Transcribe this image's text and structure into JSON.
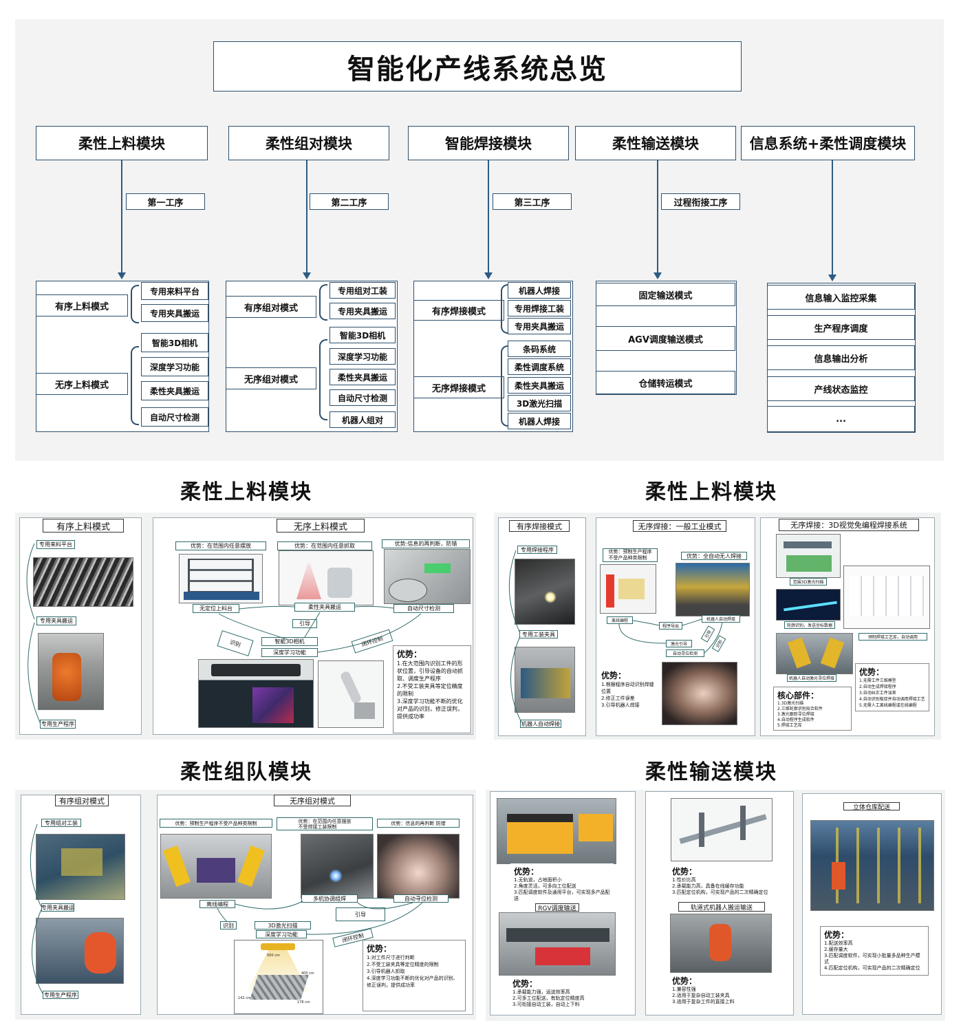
{
  "title": "智能化产线系统总览",
  "modules": [
    {
      "name": "柔性上料模块",
      "step": "第一工序",
      "groups": [
        {
          "label": "有序上料模式",
          "items": [
            "专用来料平台",
            "专用夹具搬运"
          ]
        },
        {
          "label": "无序上料模式",
          "items": [
            "智能3D相机",
            "深度学习功能",
            "柔性夹具搬运",
            "自动尺寸检测"
          ]
        }
      ]
    },
    {
      "name": "柔性组对模块",
      "step": "第二工序",
      "groups": [
        {
          "label": "有序组对模式",
          "items": [
            "专用组对工装",
            "专用夹具搬运"
          ]
        },
        {
          "label": "无序组对模式",
          "items": [
            "智能3D相机",
            "深度学习功能",
            "柔性夹具搬运",
            "自动尺寸检测",
            "机器人组对"
          ]
        }
      ]
    },
    {
      "name": "智能焊接模块",
      "step": "第三工序",
      "groups": [
        {
          "label": "有序焊接模式",
          "items": [
            "机器人焊接",
            "专用焊接工装",
            "专用夹具搬运"
          ]
        },
        {
          "label": "无序焊接模式",
          "items": [
            "条码系统",
            "柔性调度系统",
            "柔性夹具搬运",
            "3D激光扫描",
            "机器人焊接"
          ]
        }
      ]
    },
    {
      "name": "柔性输送模块",
      "step": "过程衔接工序",
      "modes": [
        "固定输送模式",
        "AGV调度输送模式",
        "仓储转运模式"
      ]
    },
    {
      "name": "信息系统+柔性调度模块",
      "modes": [
        "信息输入监控采集",
        "生产程序调度",
        "信息输出分析",
        "产线状态监控",
        "..."
      ]
    }
  ],
  "sections": {
    "s1": "柔性上料模块",
    "s2": "柔性上料模块",
    "s3": "柔性组队模块",
    "s4": "柔性输送模块"
  },
  "loading": {
    "ordered_title": "有序上料模式",
    "ordered_labels": [
      "专用来料平台",
      "专用夹具搬运",
      "专用生产程序"
    ],
    "unordered_title": "无序上料模式",
    "adv_tags": [
      "优势：在范围内任意摆放",
      "优势：在范围内任意抓取",
      "优势:信息的再判断，防错"
    ],
    "flow": [
      "无定位上料台",
      "柔性夹具搬运",
      "自动尺寸检测",
      "引导",
      "识别",
      "智能3D相机",
      "深度学习功能",
      "闭环控制"
    ],
    "adv_head": "优势：",
    "adv_body": "1.在大范围内识别工件的形状位置，引导设备的自动抓取、调度生产程序\n2.不受工装夹具等定位精度的限制\n3.深度学习功能不断的优化对产品的识别，修正误判，提供成功率"
  },
  "welding": {
    "ordered_title": "有序焊接模式",
    "ordered_labels": [
      "专用焊接程序",
      "专用工装夹具",
      "机器人自动焊接"
    ],
    "general_title": "无序焊接：一般工业模式",
    "general_tags": [
      "优势：预制生产程序\n不受产品种类限制",
      "优势：全自动无人焊接"
    ],
    "general_flow": [
      "离线编程",
      "程序导出",
      "机器人自动焊接",
      "激光引导",
      "自动寻位检测",
      "引导",
      "识别"
    ],
    "general_adv_head": "优势：",
    "general_adv_body": "1.根据程序自动识别焊缝位置\n2.修正工件误差\n3.引导机器人焊接",
    "vision_title": "无序焊接：3D视觉免编程焊接系统",
    "vision_tags": [
      "范围3D激光扫描",
      "轮廓识别，发送坐标数据",
      "预制焊接工艺库，自动调用",
      "机器人自动激光寻位焊接"
    ],
    "vision_adv_head": "优势：",
    "vision_adv_body": "1.无需工件三维模型\n2.自动生成焊接程序\n3.自动纠正工件误差\n4.自动识别板厚并自动调用焊接工艺\n5.无需人工离线编程或在线编程",
    "core_head": "核心部件：",
    "core_body": "1.3D激光扫描\n2.三维轮廓识别拟合软件\n3.激光跟踪寻位焊接\n4.自动程序生成软件\n5.焊接工艺库"
  },
  "assembly": {
    "ordered_title": "有序组对模式",
    "ordered_labels": [
      "专用组对工装",
      "专用夹具搬运",
      "专用生产程序"
    ],
    "unordered_title": "无序组对模式",
    "adv_tags": [
      "优势：预制生产程序不受产品种类限制",
      "优势：在范围内任意摆放\n不受焊接工装限制",
      "优势：信息的再判断 防错"
    ],
    "flow": [
      "离线编程",
      "多机协调组焊",
      "自动寻位检测",
      "识别",
      "3D激光扫描",
      "引导",
      "深度学习功能",
      "闭环控制"
    ],
    "dims": [
      "500 cm",
      "400 cm",
      "142 cm",
      "178 cm"
    ],
    "adv_head": "优势：",
    "adv_body": "1.对工件尺寸进行判断\n2.不受工装夹具等定位精度的限制\n3.引导机器人抓取\n4.深度学习功能不断的优化对产品的识别、修正误判，提供成功率"
  },
  "conveying": {
    "agv_adv_head": "优势：",
    "agv_adv_body": "1.无轨道，占地面积小\n2.角度灵活，可多向工位配送\n3.匹配调度软件及通用平台，可实现多产品配送",
    "rgv_title": "RGV调度输送",
    "rgv_adv_head": "优势：",
    "rgv_adv_body": "1.承载能力强，运送效率高\n2.可多工位配送，有轨定位精度高\n3.可衔接自动工装，自动上下料",
    "gantry_adv_head": "优势：",
    "gantry_adv_body": "1.性价比高\n2.承载能力高，具备在线缓存功能\n3.匹配定位机构，可实现产品的二次精确定位",
    "rail_title": "轨道式机器人搬运输送",
    "rail_adv_head": "优势：",
    "rail_adv_body": "1.兼容性强\n2.适用于复杂自动工装夹具\n3.适用于复杂工件的直接上料",
    "ware_title": "立体仓库配送",
    "ware_adv_head": "优势：",
    "ware_adv_body": "1.配送效率高\n2.缓存量大\n3.匹配调度软件，可实现小批量多品种生产模式\n4.匹配定位机构，可实现产品的二次精确定位"
  }
}
